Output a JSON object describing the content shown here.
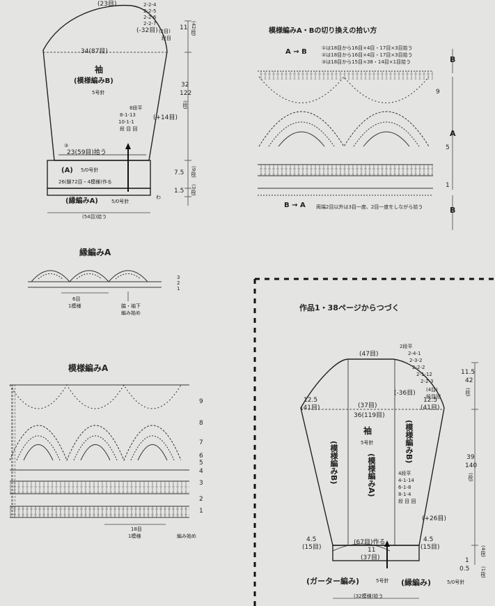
{
  "sleeve1": {
    "top_width": "(23目)",
    "sleeve_cap_steps": [
      "2-2-4",
      "2-2-5",
      "2-2-6",
      "2-2-7"
    ],
    "cap_rows": "段目",
    "cap_rows2": "(2目)",
    "cap_dec": "(-32目)",
    "height_cap": "11",
    "height_cap_rows": "(42段)",
    "width": "34(87目)",
    "title": "袖",
    "pattern": "(模様編みB)",
    "needle": "5号針",
    "height_body": "32",
    "height_body_rows": "122",
    "height_body_unit": "(段)",
    "inc_head": "8段平",
    "inc_steps": [
      "8-1-13",
      "10-1-1"
    ],
    "inc_foot": "段 目 回",
    "inc_note": "(+14目)",
    "circle3": "③",
    "pickup": "23(59目)拾う",
    "band_label": "(A)",
    "band_needle": "5/0号針",
    "band_cast": "26(鎖72目・4模様)作る",
    "band_height": "7.5",
    "band_rows": "(9段)",
    "edge_height": "1.5",
    "edge_rows": "(3段)",
    "edge_label": "(縁編みA)",
    "edge_needle": "5/0号針",
    "wa": "わ",
    "bottom_pickup": "(54目)拾う"
  },
  "edgingA": {
    "title": "縁編みA",
    "rows": [
      "3",
      "2",
      "1"
    ],
    "repeat": "6目",
    "repeat2": "1模様",
    "start": "脇・袖下",
    "start2": "編み始め"
  },
  "patternA": {
    "title": "模様編みA",
    "rows": [
      "9",
      "8",
      "7",
      "6",
      "5",
      "4",
      "3",
      "2",
      "1"
    ],
    "repeat": "18目",
    "repeat2": "1模様",
    "start": "編み始め"
  },
  "switching": {
    "title": "模様編みA・Bの切り換えの拾い方",
    "a_to_b": "A → B",
    "b_to_a": "B → A",
    "notes": [
      "①は18目から16目×4目・17目×3目拾う",
      "②は18目から16目×4目・17目×3目拾う",
      "③は18目から15目×38・14目×1目拾う"
    ],
    "b_to_a_note": "両端2目以外は3目一度、2目一度をしながら拾う",
    "label_b_top": "B",
    "label_a": "A",
    "label_b_bottom": "B",
    "row9": "9",
    "row5": "5",
    "row1": "1"
  },
  "continue": {
    "heading": "作品1・38ページからつづく"
  },
  "sleeve2": {
    "top_width": "(47目)",
    "cap_head": "2段平",
    "cap_steps": [
      "2-4-1",
      "2-3-2",
      "2-2-2",
      "2-1-12",
      "2-2-3"
    ],
    "cap_rows": "(4目)",
    "cap_rows2": "段目回",
    "cap_dec": "(-36目)",
    "height_cap": "11.5",
    "height_cap_rows": "42",
    "height_cap_unit": "(段)",
    "side_left": "12.5",
    "side_left_rows": "(41目)",
    "side_right": "12.5",
    "side_right_rows": "(41目)",
    "center": "(37目)",
    "width": "36(119目)",
    "title": "袖",
    "needle": "5号針",
    "pattern_b_left": "(模様編みB)",
    "pattern_a": "(模様編みA)",
    "pattern_b_right": "(模様編みB)",
    "inc_head": "4段平",
    "inc_steps": [
      "4-1-14",
      "6-1-8",
      "8-1-4"
    ],
    "inc_foot": "段 目 回",
    "inc_note": "(+26目)",
    "height_body": "39",
    "height_body_rows": "140",
    "height_body_unit": "(段)",
    "cuff_left": "4.5",
    "cuff_left_rows": "(15目)",
    "cuff_right": "4.5",
    "cuff_right_rows": "(15目)",
    "cuff_center": "(67目)作る",
    "cuff_center2": "11",
    "cuff_center3": "(37目)",
    "cuff_h1": "1",
    "cuff_h2": "0.5",
    "cuff_rows1": "(4段)",
    "cuff_rows2": "(1段)",
    "garter": "(ガーター編み)",
    "garter_needle": "5号針",
    "edge": "(縁編み)",
    "edge_needle": "5/0号針",
    "bottom_pickup": "(32模様)拾う"
  }
}
